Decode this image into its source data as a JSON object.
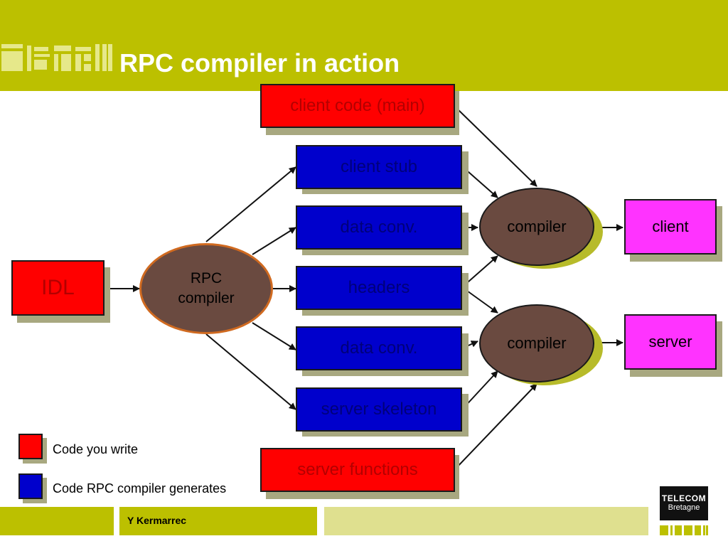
{
  "slide": {
    "title": "RPC compiler in action",
    "author": "Y Kermarrec"
  },
  "diagram": {
    "idl": "IDL",
    "rpc_compiler_line1": "RPC",
    "rpc_compiler_line2": "compiler",
    "client_code": "client code (main)",
    "client_stub": "client stub",
    "data_conv_client": "data conv.",
    "headers": "headers",
    "data_conv_server": "data conv.",
    "server_skeleton": "server skeleton",
    "server_functions": "server functions",
    "compiler_client": "compiler",
    "compiler_server": "compiler",
    "client": "client",
    "server": "server"
  },
  "legend": {
    "written": "Code you write",
    "generated": "Code RPC compiler generates"
  },
  "branding": {
    "line1": "TELECOM",
    "line2": "Bretagne"
  },
  "colors": {
    "header_band": "#bcc000",
    "written_code": "#ff0000",
    "generated_code": "#0000cc",
    "compiler_ellipse": "#6a4a40",
    "output_box": "#ff33ff"
  }
}
